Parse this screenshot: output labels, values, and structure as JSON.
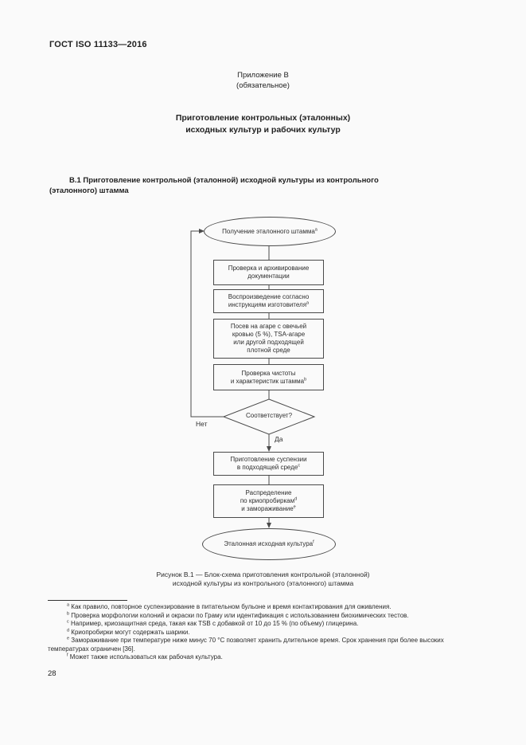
{
  "page": {
    "standard": "ГОСТ ISO 11133—2016",
    "number": "28"
  },
  "appendix": {
    "label": "Приложение В",
    "type": "(обязательное)"
  },
  "title": {
    "line1": "Приготовление контрольных (эталонных)",
    "line2": "исходных культур и рабочих культур"
  },
  "section": {
    "heading_line1": "В.1 Приготовление контрольной (эталонной) исходной культуры из контрольного",
    "heading_line2": "(эталонного) штамма"
  },
  "flowchart": {
    "start": {
      "lines": [
        {
          "text": "Получение эталонного штамма",
          "sup": "a"
        }
      ]
    },
    "box1": {
      "lines": [
        {
          "text": "Проверка и архивирование"
        },
        {
          "text": "документации"
        }
      ]
    },
    "box2": {
      "lines": [
        {
          "text": "Воспроизведение согласно"
        },
        {
          "text": "инструкциям изготовителя",
          "sup": "a"
        }
      ]
    },
    "box3": {
      "lines": [
        {
          "text": "Посев на агаре с овечьей"
        },
        {
          "text": "кровью (5 %), TSA-агаре"
        },
        {
          "text": "или другой подходящей"
        },
        {
          "text": "плотной среде"
        }
      ]
    },
    "box4": {
      "lines": [
        {
          "text": "Проверка чистоты"
        },
        {
          "text": "и характеристик штамма",
          "sup": "b"
        }
      ]
    },
    "decision": {
      "text": "Соответствует?",
      "no_label": "Нет",
      "yes_label": "Да"
    },
    "box5": {
      "lines": [
        {
          "text": "Приготовление суспензии"
        },
        {
          "text": "в подходящей среде",
          "sup": "c"
        }
      ]
    },
    "box6": {
      "lines": [
        {
          "text": "Распределение"
        },
        {
          "text": "по криопробиркам",
          "sup": "d"
        },
        {
          "text": "и замораживание",
          "sup": "e"
        }
      ]
    },
    "end": {
      "lines": [
        {
          "text": "Эталонная исходная культура",
          "sup": "f"
        }
      ]
    }
  },
  "caption": {
    "line1": "Рисунок В.1 — Блок-схема приготовления контрольной (эталонной)",
    "line2": "исходной культуры из контрольного (эталонного) штамма"
  },
  "footnotes": [
    {
      "marker": "a",
      "text": "Как правило, повторное суспензирование в питательном бульоне и время контактирования для оживления."
    },
    {
      "marker": "b",
      "text": "Проверка морфологии колоний и окраски по Граму или идентификация с использованием биохимических тестов."
    },
    {
      "marker": "c",
      "text": "Например, криозащитная среда, такая как TSB с добавкой от 10 до 15 % (по объему) глицерина."
    },
    {
      "marker": "d",
      "text": "Криопробирки могут содержать шарики."
    },
    {
      "marker": "e",
      "text": "Замораживание при температуре ниже минус 70 °C позволяет хранить длительное время. Срок хранения при более высоких температурах ограничен [36]."
    },
    {
      "marker": "f",
      "text": "Может также использоваться как рабочая культура."
    }
  ],
  "colors": {
    "line": "#4a4a4a",
    "text": "#222222",
    "background": "#fafafa"
  }
}
